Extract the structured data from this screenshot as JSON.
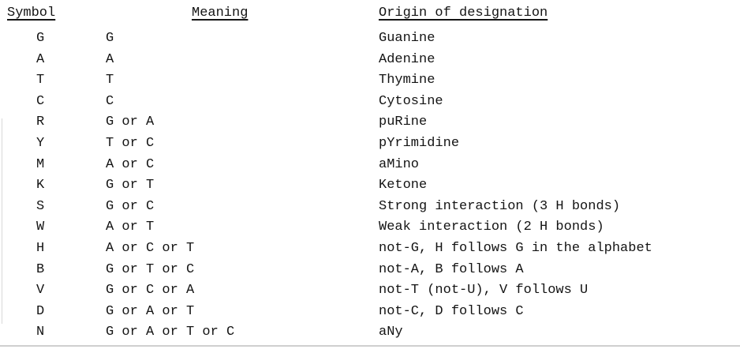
{
  "headers": {
    "symbol": "Symbol",
    "meaning": "Meaning",
    "origin": "Origin of designation"
  },
  "rows": [
    {
      "symbol": "G",
      "meaning": "G",
      "origin": "Guanine"
    },
    {
      "symbol": "A",
      "meaning": "A",
      "origin": "Adenine"
    },
    {
      "symbol": "T",
      "meaning": "T",
      "origin": "Thymine"
    },
    {
      "symbol": "C",
      "meaning": "C",
      "origin": "Cytosine"
    },
    {
      "symbol": "R",
      "meaning": "G or A",
      "origin": "puRine"
    },
    {
      "symbol": "Y",
      "meaning": "T or C",
      "origin": "pYrimidine"
    },
    {
      "symbol": "M",
      "meaning": "A or C",
      "origin": "aMino"
    },
    {
      "symbol": "K",
      "meaning": "G or T",
      "origin": "Ketone"
    },
    {
      "symbol": "S",
      "meaning": "G or C",
      "origin": "Strong interaction (3 H bonds)"
    },
    {
      "symbol": "W",
      "meaning": "A or T",
      "origin": "Weak interaction (2 H bonds)"
    },
    {
      "symbol": "H",
      "meaning": "A or C or T",
      "origin": "not-G, H follows G in the alphabet"
    },
    {
      "symbol": "B",
      "meaning": "G or T or C",
      "origin": "not-A, B follows A"
    },
    {
      "symbol": "V",
      "meaning": "G or C or A",
      "origin": "not-T (not-U), V follows U"
    },
    {
      "symbol": "D",
      "meaning": "G or A or T",
      "origin": "not-C, D follows C"
    },
    {
      "symbol": "N",
      "meaning": "G or A or T or C",
      "origin": "aNy"
    }
  ]
}
